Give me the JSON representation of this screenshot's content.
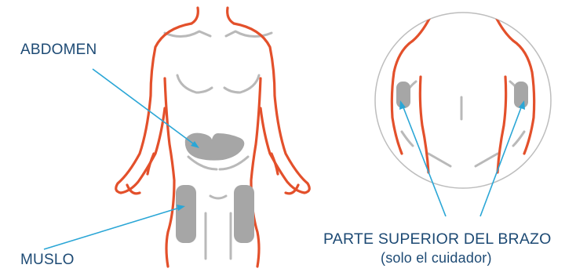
{
  "labels": {
    "abdomen": "ABDOMEN",
    "thigh": "MUSLO",
    "upper_arm": "PARTE SUPERIOR DEL BRAZO",
    "upper_arm_note": "(solo el cuidador)"
  },
  "colors": {
    "outline": "#e3502b",
    "site_fill": "#a6a6a6",
    "detail": "#b9b9b9",
    "pointer": "#2aa6d6",
    "label_text": "#1d4a74",
    "circle": "#bdbdbd"
  }
}
